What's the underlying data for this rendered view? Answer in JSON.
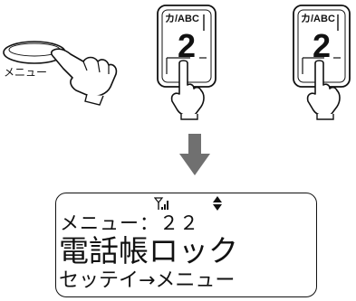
{
  "menu_button": {
    "label": "メニュー"
  },
  "keys": [
    {
      "kana": "カ/ABC",
      "digit": "2"
    },
    {
      "kana": "カ/ABC",
      "digit": "2"
    }
  ],
  "lcd": {
    "line1": "メニュー：２２",
    "line2": "電話帳ロック",
    "line3": "セッテイ→メニュー",
    "icons": [
      "signal-antenna-icon",
      "scroll-up-down-icon"
    ]
  },
  "flow_arrow": {
    "icon": "down-arrow-icon",
    "color": "#707070"
  }
}
